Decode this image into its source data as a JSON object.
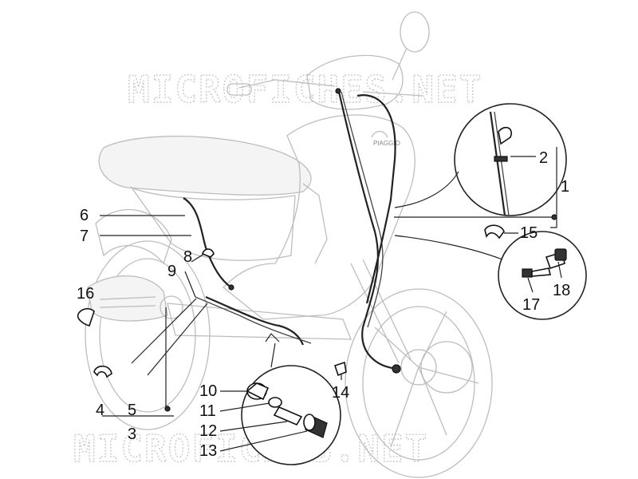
{
  "watermark": {
    "top": "MICROFICHES.NET",
    "bottom": "MICROFICHES.NET"
  },
  "logo": "PIAGGIO",
  "callouts": [
    {
      "id": "1",
      "text": "1"
    },
    {
      "id": "2",
      "text": "2"
    },
    {
      "id": "3",
      "text": "3"
    },
    {
      "id": "4",
      "text": "4"
    },
    {
      "id": "5",
      "text": "5"
    },
    {
      "id": "6",
      "text": "6"
    },
    {
      "id": "7",
      "text": "7"
    },
    {
      "id": "8",
      "text": "8"
    },
    {
      "id": "9",
      "text": "9"
    },
    {
      "id": "10",
      "text": "10"
    },
    {
      "id": "11",
      "text": "11"
    },
    {
      "id": "12",
      "text": "12"
    },
    {
      "id": "13",
      "text": "13"
    },
    {
      "id": "14",
      "text": "14"
    },
    {
      "id": "15",
      "text": "15"
    },
    {
      "id": "16",
      "text": "16"
    },
    {
      "id": "17",
      "text": "17"
    },
    {
      "id": "18",
      "text": "18"
    }
  ]
}
